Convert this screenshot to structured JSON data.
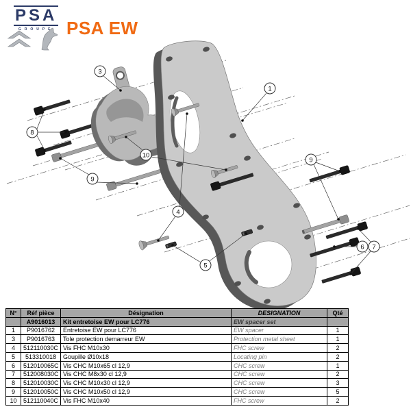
{
  "header": {
    "brand": "PSA",
    "brand_sub": "GROUPE",
    "title": "PSA EW"
  },
  "colors": {
    "accent_orange": "#f06a13",
    "brand_navy": "#2b3a67",
    "table_header_bg": "#a6a6a6",
    "designation_en_gray": "#7d7d7d",
    "plate_gray": "#cacaca",
    "plate_edge_gray": "#585858"
  },
  "diagram": {
    "callouts": [
      "3",
      "8",
      "9",
      "10",
      "1",
      "9",
      "4",
      "5",
      "6",
      "7"
    ]
  },
  "table": {
    "columns": [
      "N°",
      "Réf pièce",
      "Désignation",
      "DESIGNATION",
      "Qté"
    ],
    "kit_row": {
      "no": "",
      "ref": "A9016013",
      "designation_fr": "Kit entretoise EW pour LC776",
      "designation_en": "EW spacer set",
      "qty": ""
    },
    "rows": [
      {
        "no": "1",
        "ref": "P9016762",
        "designation_fr": "Entretoise EW pour LC776",
        "designation_en": "EW spacer",
        "qty": "1"
      },
      {
        "no": "3",
        "ref": "P9016763",
        "designation_fr": "Tole protection demarreur EW",
        "designation_en": "Protection metal sheet",
        "qty": "1"
      },
      {
        "no": "4",
        "ref": "512110030C",
        "designation_fr": "Vis FHC M10x30",
        "designation_en": "FHC screw",
        "qty": "2"
      },
      {
        "no": "5",
        "ref": "513310018",
        "designation_fr": "Goupille Ø10x18",
        "designation_en": "Locating pin",
        "qty": "2"
      },
      {
        "no": "6",
        "ref": "512010065C",
        "designation_fr": "Vis CHC M10x65 cl 12,9",
        "designation_en": "CHC screw",
        "qty": "1"
      },
      {
        "no": "7",
        "ref": "512008030C",
        "designation_fr": "Vis CHC M8x30 cl 12,9",
        "designation_en": "CHC screw",
        "qty": "2"
      },
      {
        "no": "8",
        "ref": "512010030C",
        "designation_fr": "Vis CHC M10x30 cl 12,9",
        "designation_en": "CHC screw",
        "qty": "3"
      },
      {
        "no": "9",
        "ref": "512010050C",
        "designation_fr": "Vis CHC M10x50 cl 12,9",
        "designation_en": "CHC screw",
        "qty": "5"
      },
      {
        "no": "10",
        "ref": "512110040C",
        "designation_fr": "Vis FHC M10x40",
        "designation_en": "FHC screw",
        "qty": "2"
      }
    ]
  }
}
